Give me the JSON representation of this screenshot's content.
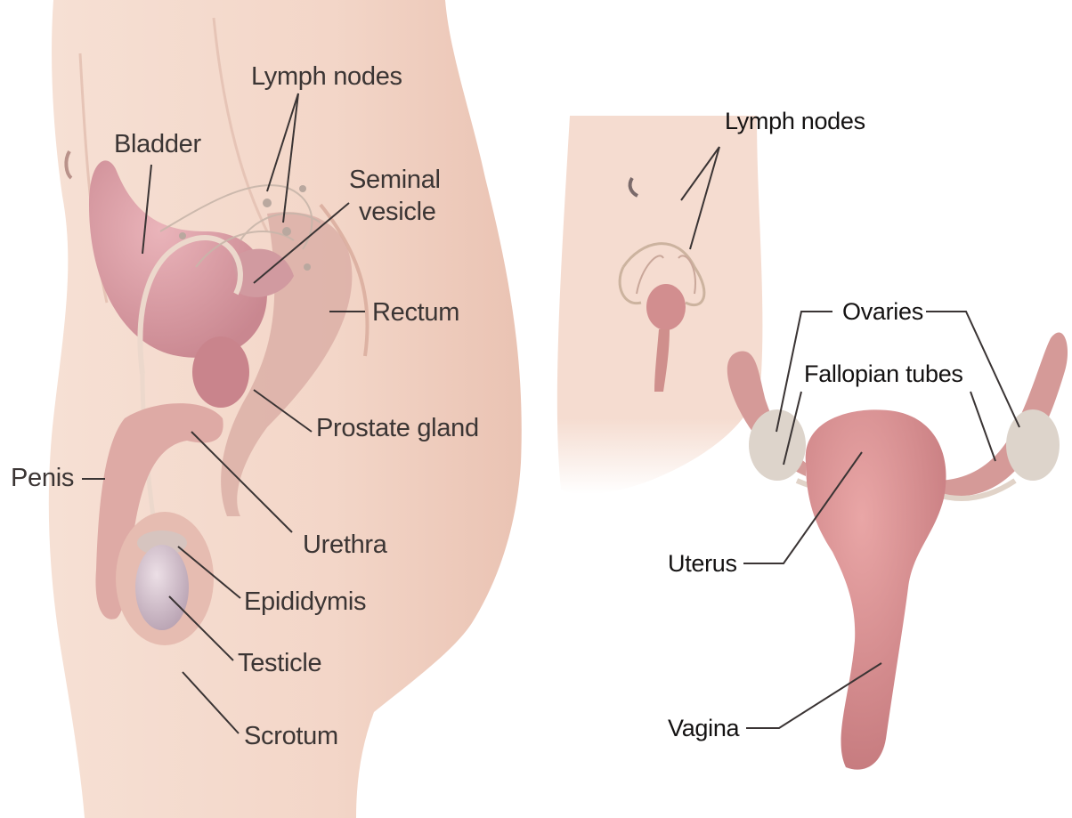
{
  "male": {
    "labels": {
      "lymph_nodes": "Lymph nodes",
      "bladder": "Bladder",
      "seminal_vesicle_line1": "Seminal",
      "seminal_vesicle_line2": "vesicle",
      "rectum": "Rectum",
      "prostate_gland": "Prostate gland",
      "penis": "Penis",
      "urethra": "Urethra",
      "epididymis": "Epididymis",
      "testicle": "Testicle",
      "scrotum": "Scrotum"
    }
  },
  "female": {
    "labels": {
      "lymph_nodes": "Lymph nodes",
      "ovaries": "Ovaries",
      "fallopian_tubes": "Fallopian tubes",
      "uterus": "Uterus",
      "vagina": "Vagina"
    }
  },
  "colors": {
    "skin": "#f3d9cc",
    "skin_shadow": "#e2b7a6",
    "organ": "#d9a1a6",
    "organ_dark": "#c07d84",
    "uterus": "#d48f8f",
    "label_text": "#3b3534",
    "leader_line": "#3a3434"
  }
}
